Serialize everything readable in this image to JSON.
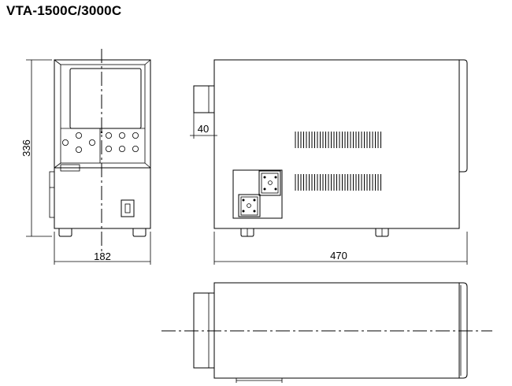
{
  "title": "VTA-1500C/3000C",
  "dimensions": {
    "height": "336",
    "width": "182",
    "depth": "470",
    "protrusion": "40"
  }
}
